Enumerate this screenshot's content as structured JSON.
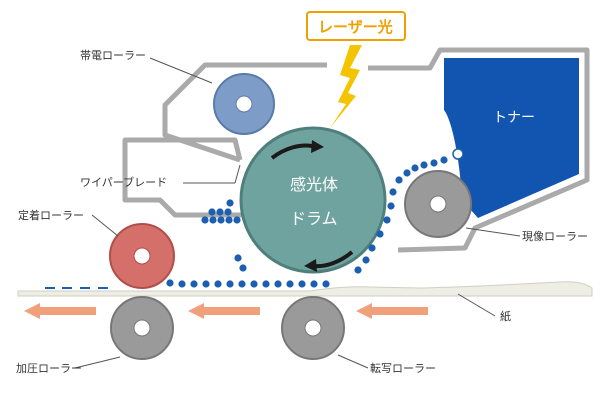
{
  "labels": {
    "laser": "レーザー光",
    "charge_roller": "帯電ローラー",
    "wiper_blade": "ワイパーブレード",
    "fixing_roller": "定着ローラー",
    "pressure_roller": "加圧ローラー",
    "drum_line1": "感光体",
    "drum_line2": "ドラム",
    "toner": "トナー",
    "developing_roller": "現像ローラー",
    "paper": "紙",
    "transfer_roller": "転写ローラー"
  },
  "colors": {
    "drum": "#6fa3a0",
    "charge_roller": "#7e9cc8",
    "fixing_roller": "#d46f6a",
    "gray_roller": "#9a9a9a",
    "toner_box": "#1155b0",
    "toner_dots": "#1c5fb0",
    "laser": "#f5c400",
    "paper_arrow": "#f0a07a",
    "housing": "#aaaaaa"
  }
}
